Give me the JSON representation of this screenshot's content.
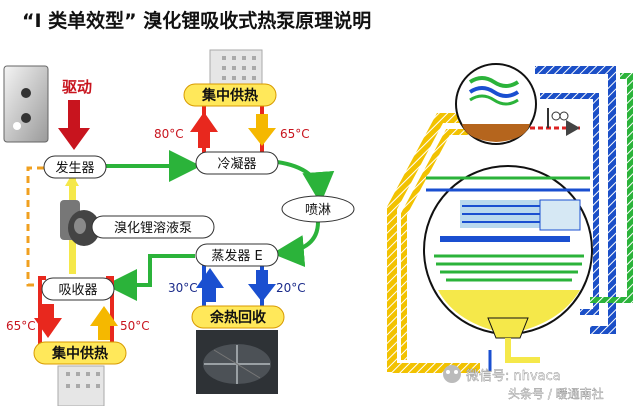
{
  "title": "“Ⅰ 类单效型”  溴化锂吸收式热泵原理说明",
  "labels": {
    "drive": "驱动",
    "generator": "发生器",
    "condenser": "冷凝器",
    "spray": "喷淋",
    "pump": "溴化锂溶液泵",
    "evaporator": "蒸发器 E",
    "absorber": "吸收器",
    "central_heating_top": "集中供热",
    "central_heating_bottom": "集中供热",
    "waste_heat": "余热回收"
  },
  "temperatures": {
    "cond_supply": "80°C",
    "cond_return": "65°C",
    "evap_in": "30°C",
    "evap_out": "20°C",
    "abs_out": "65°C",
    "abs_in": "50°C"
  },
  "watermark": {
    "line1": "微信号: nhvaca",
    "line2": "头条号 / 暖通南社"
  },
  "colors": {
    "hot": "#e8281e",
    "warm": "#f5b800",
    "cold": "#1a4fd0",
    "solution": "#2bb33a",
    "label_bg": "#ffe85a",
    "drive": "#c8141e"
  }
}
